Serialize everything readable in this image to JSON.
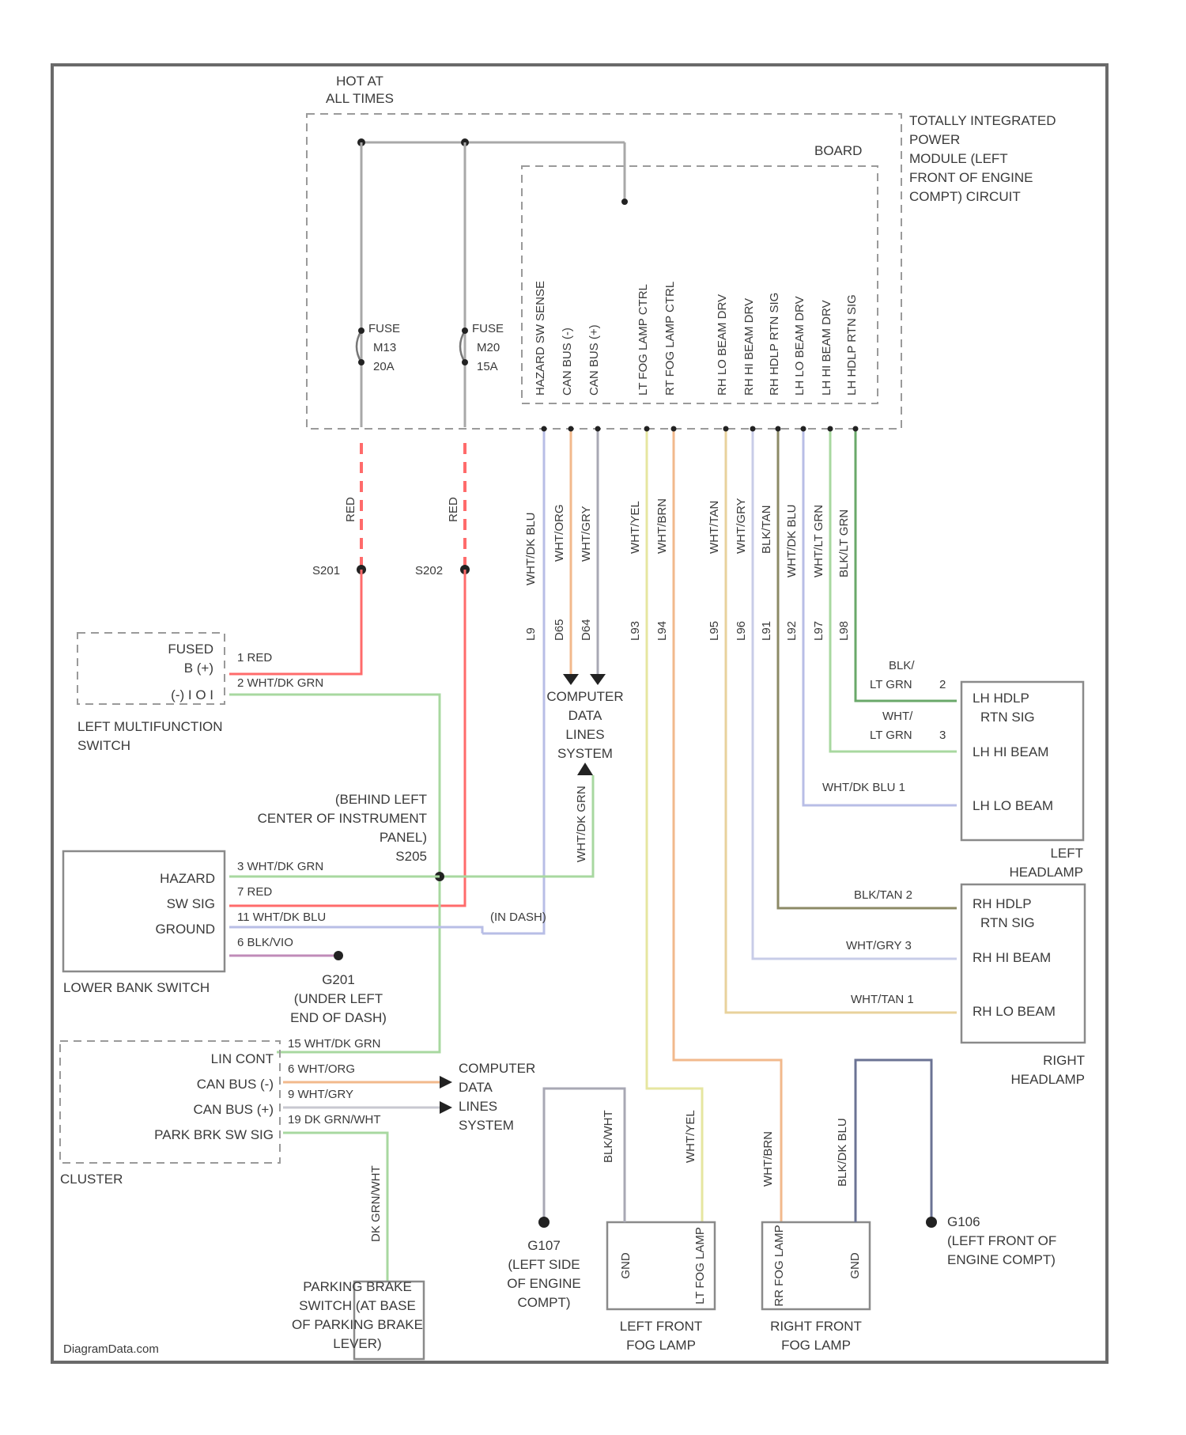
{
  "watermark": "DiagramData.com",
  "top": {
    "hot_at_all_times": [
      "HOT AT",
      "ALL TIMES"
    ],
    "tipm_label": [
      "TOTALLY INTEGRATED",
      "POWER",
      "MODULE (LEFT",
      "FRONT OF ENGINE",
      "COMPT) CIRCUIT"
    ],
    "board_label": "BOARD",
    "fuse_1": [
      "FUSE",
      "M13",
      "20A"
    ],
    "fuse_2": [
      "FUSE",
      "M20",
      "15A"
    ],
    "vertical_labels": [
      "HAZARD SW SENSE",
      "CAN BUS (-)",
      "CAN BUS (+)",
      "LT FOG LAMP CTRL",
      "RT FOG LAMP CTRL",
      "RH LO BEAM DRV",
      "RH HI BEAM DRV",
      "RH HDLP RTN SIG",
      "LH LO BEAM DRV",
      "LH HI BEAM DRV",
      "LH HDLP RTN SIG"
    ]
  },
  "wire_labels": {
    "red_1": "RED",
    "red_2": "RED",
    "s201_a": "S201",
    "s202_a": "S202",
    "wht_blu": "WHT/DK BLU",
    "wht_org": "WHT/ORG",
    "wht_gry": "WHT/GRY",
    "wht_yel": "WHT/YEL",
    "wht_brn": "WHT/BRN",
    "wht_tan": "WHT/TAN",
    "wht_gry2": "WHT/GRY",
    "blk_tan": "BLK/TAN",
    "wht_dkblu": "WHT/DK BLU",
    "wht_ltgrn": "WHT/LT GRN",
    "blk_ltgrn": "BLK/LT GRN",
    "codes": [
      "L9",
      "D65",
      "D64",
      "L93",
      "L94",
      "L95",
      "L96",
      "L91",
      "L92",
      "L97",
      "L98"
    ]
  },
  "computer_data_1": [
    "COMPUTER",
    "DATA",
    "LINES",
    "SYSTEM"
  ],
  "wht_dkgrn": "WHT/DK GRN",
  "left_multifunction": {
    "title": [
      "LEFT MULTIFUNCTION",
      "SWITCH"
    ],
    "pin1": "FUSED",
    "pin1b": "B (+)",
    "pin2": "(-) I O I",
    "wire1": "1 RED",
    "wire2": "2 WHT/DK GRN"
  },
  "behind_left": [
    "(BEHIND LEFT",
    "CENTER OF INSTRUMENT",
    "PANEL)",
    "S205"
  ],
  "lower_bank": {
    "title": "LOWER BANK SWITCH",
    "hazard": "HAZARD",
    "sw_sig": "SW SIG",
    "ground": "GROUND",
    "w3": "3 WHT/DK GRN",
    "w7": "7 RED",
    "w11": "11 WHT/DK BLU",
    "w6": "6 BLK/VIO",
    "g201": [
      "G201",
      "(UNDER LEFT",
      "END OF DASH)"
    ],
    "splice": "(IN DASH)"
  },
  "cluster": {
    "title": "CLUSTER",
    "lin": "LIN CONT",
    "canm": "CAN BUS (-)",
    "canp": "CAN BUS (+)",
    "park": "PARK BRK SW SIG",
    "w15": "15 WHT/DK GRN",
    "w6": "6 WHT/ORG",
    "w9": "9 WHT/GRY",
    "w19": "19 DK GRN/WHT",
    "computer_data": [
      "COMPUTER",
      "DATA",
      "LINES",
      "SYSTEM"
    ]
  },
  "parking_brake": {
    "title": [
      "PARKING BRAKE",
      "SWITCH (AT BASE",
      "OF PARKING BRAKE",
      "LEVER)"
    ],
    "wire": "DK GRN/WHT"
  },
  "left_headlamp": {
    "title": [
      "LEFT",
      "HEADLAMP"
    ],
    "pin1": [
      "LH HDLP",
      "RTN SIG"
    ],
    "pin2": "LH HI BEAM",
    "pin3": "LH LO BEAM",
    "w1": [
      "BLK/",
      "LT GRN",
      "2"
    ],
    "w2": [
      "WHT/",
      "LT GRN",
      "3"
    ],
    "w3": "WHT/DK BLU 1"
  },
  "right_headlamp": {
    "title": [
      "RIGHT",
      "HEADLAMP"
    ],
    "pin1": [
      "RH HDLP",
      "RTN SIG"
    ],
    "pin2": "RH HI BEAM",
    "pin3": "RH LO BEAM",
    "w1": "BLK/TAN 2",
    "w2": "WHT/GRY 3",
    "w3": "WHT/TAN 1"
  },
  "fog": {
    "left_title": [
      "LEFT FRONT",
      "FOG LAMP"
    ],
    "right_title": [
      "RIGHT FRONT",
      "FOG LAMP"
    ],
    "gnd": "GND",
    "lt_fog": "LT FOG LAMP",
    "rt_fog": "RR FOG LAMP",
    "blk_wht": "BLK/WHT",
    "wht_yel": "WHT/YEL",
    "wht_brn": "WHT/BRN",
    "blk_dkblu": "BLK/DK BLU",
    "g107": [
      "G107",
      "(LEFT SIDE",
      "OF ENGINE",
      "COMPT)"
    ],
    "g106": [
      "G106",
      "(LEFT FRONT OF",
      "ENGINE COMPT)"
    ]
  },
  "colors": {
    "red": "#ff6b6b",
    "green": "#a8d8a0",
    "dkgreen": "#6aa86a",
    "blue": "#b8bee6",
    "orange": "#f2b98c",
    "yellow": "#e6e6a0",
    "tan": "#e8d29c",
    "olive": "#8c8a66",
    "gray": "#a8a8b4",
    "navy": "#6b7394"
  }
}
